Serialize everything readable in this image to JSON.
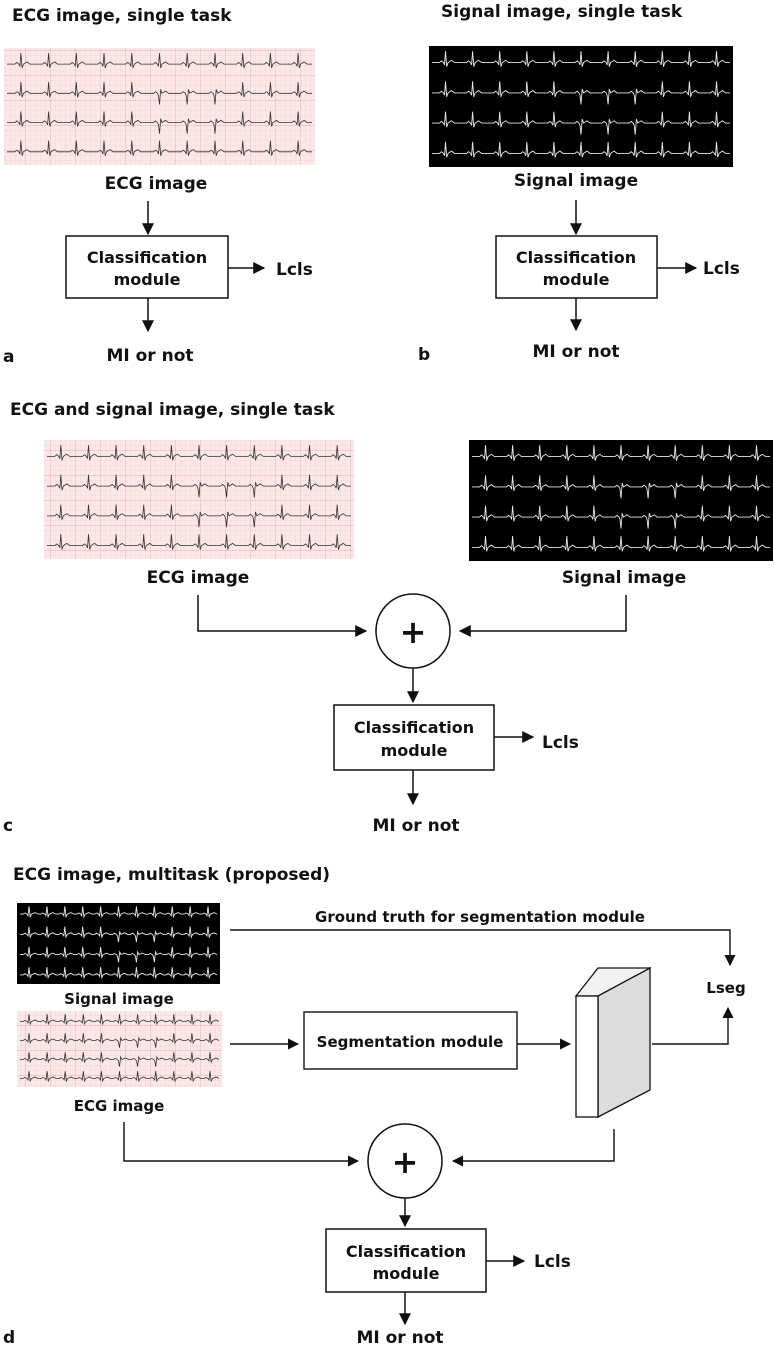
{
  "panel_a": {
    "title": "ECG image, single task",
    "letter": "a",
    "input_label": "ECG image",
    "module_line1": "Classification",
    "module_line2": "module",
    "loss": "Lcls",
    "output": "MI or not"
  },
  "panel_b": {
    "title": "Signal image, single task",
    "letter": "b",
    "input_label": "Signal image",
    "module_line1": "Classification",
    "module_line2": "module",
    "loss": "Lcls",
    "output": "MI or not"
  },
  "panel_c": {
    "title": "ECG and signal image, single task",
    "letter": "c",
    "ecg_label": "ECG image",
    "signal_label": "Signal image",
    "plus": "+",
    "module_line1": "Classification",
    "module_line2": "module",
    "loss": "Lcls",
    "output": "MI or not"
  },
  "panel_d": {
    "title": "ECG image, multitask (proposed)",
    "letter": "d",
    "signal_label": "Signal image",
    "ecg_label": "ECG image",
    "ground_truth": "Ground truth for segmentation module",
    "seg_module": "Segmentation module",
    "seg_loss": "Lseg",
    "plus": "+",
    "module_line1": "Classification",
    "module_line2": "module",
    "loss": "Lcls",
    "output": "MI or not"
  },
  "colors": {
    "ecg_paper": "#fbe8e8",
    "ecg_grid": "#f0b8b8",
    "ecg_trace": "#333333",
    "signal_bg": "#000000",
    "signal_trace": "#e8e8e8",
    "feature_block": "#dcdcdc"
  }
}
